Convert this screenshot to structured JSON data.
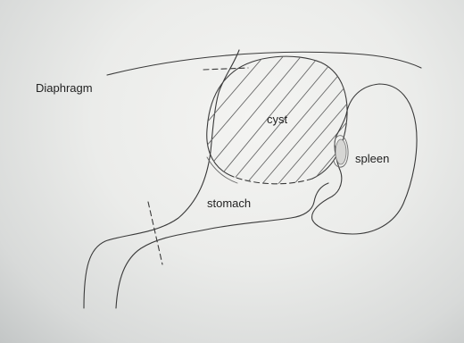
{
  "labels": {
    "diaphragm": "Diaphragm",
    "cyst": "cyst",
    "spleen": "spleen",
    "stomach": "stomach"
  },
  "colors": {
    "paper": "#ebecea",
    "ink": "#3a3a3a"
  }
}
